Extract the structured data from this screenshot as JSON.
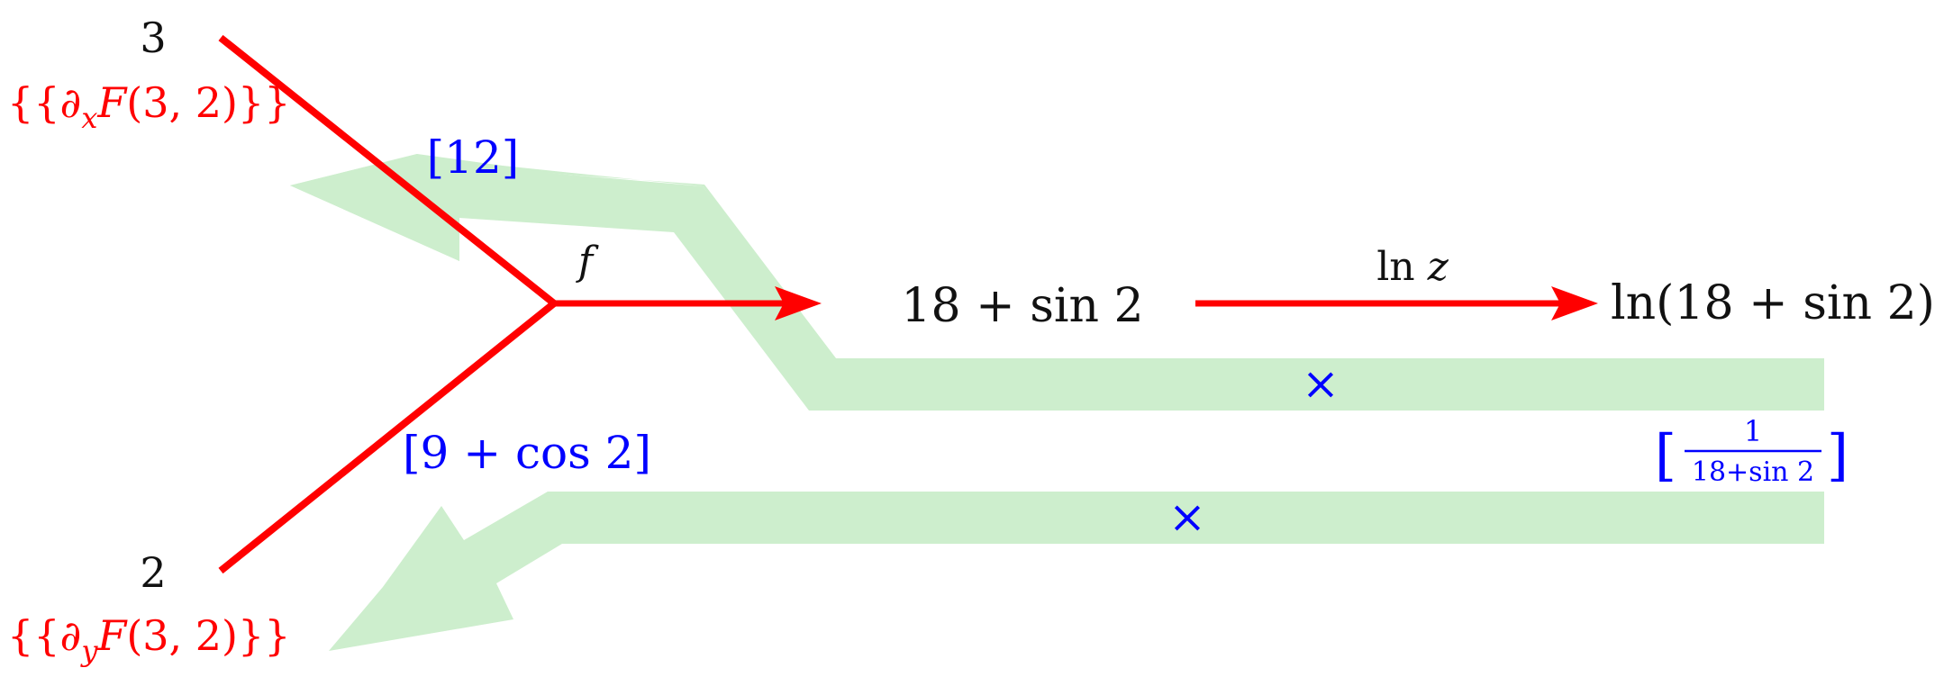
{
  "inputs": {
    "x": "3",
    "y": "2"
  },
  "partials": {
    "x_prefix": "{{∂",
    "x_sub": "x",
    "x_F": "F",
    "x_args": "(3, 2)}}",
    "y_prefix": "{{∂",
    "y_sub": "y",
    "y_F": "F",
    "y_args": "(3, 2)}}"
  },
  "edges": {
    "f": "f",
    "ln_prefix": "ln ",
    "ln_var": "z"
  },
  "nodes": {
    "middle": "18 + sin 2",
    "output": "ln(18 + sin 2)"
  },
  "derivatives": {
    "top": "[12]",
    "bottom": "[9 + cos 2]",
    "ln_open": "[",
    "ln_num": "1",
    "ln_den": "18+sin 2",
    "ln_close": "]"
  },
  "multiply_symbol": "×",
  "colors": {
    "graph_edge": "#ff0000",
    "backprop_band": "#cdeecd",
    "derivative_text": "#0000ff",
    "partial_text": "#ff0000",
    "node_text": "#111111"
  }
}
